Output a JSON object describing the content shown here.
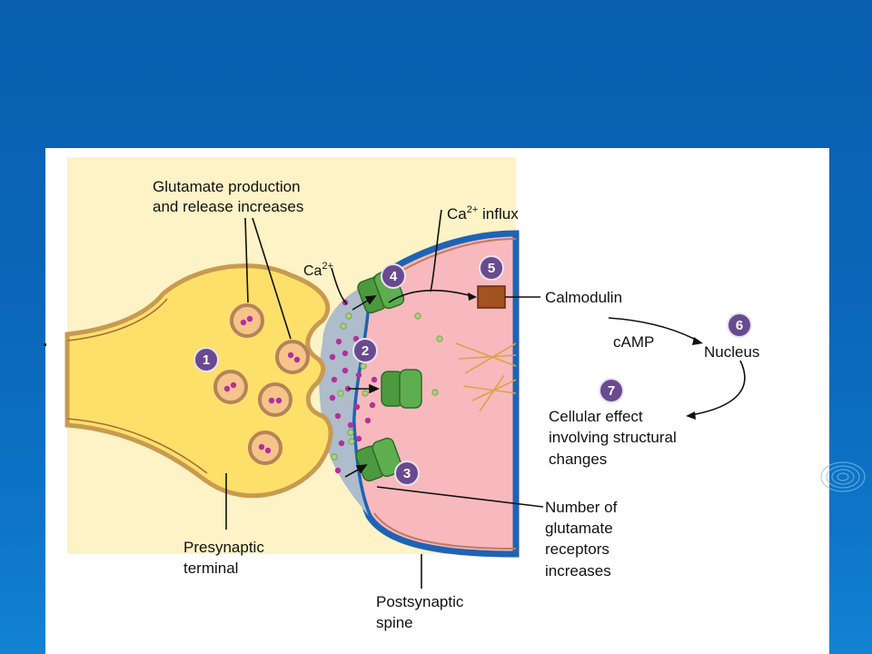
{
  "labels": {
    "glutamate_line1": "Glutamate production",
    "glutamate_line2": "and release increases",
    "ca_influx_main": "Ca",
    "ca_influx_sup": "2+",
    "ca_influx_tail": " influx",
    "ca_small_main": "Ca",
    "ca_small_sup": "2+",
    "calmodulin": "Calmodulin",
    "camp": "cAMP",
    "nucleus": "Nucleus",
    "cellular_1": "Cellular effect",
    "cellular_2": "involving structural",
    "cellular_3": "changes",
    "receptors_1": "Number of",
    "receptors_2": "glutamate",
    "receptors_3": "receptors",
    "receptors_4": "increases",
    "presyn_1": "Presynaptic",
    "presyn_2": "terminal",
    "postsyn_1": "Postsynaptic",
    "postsyn_2": "spine"
  },
  "steps": [
    "1",
    "2",
    "3",
    "4",
    "5",
    "6",
    "7"
  ],
  "colors": {
    "slide_background": "#0a66b8",
    "presynaptic_fill": "#fde06a",
    "postsynaptic_fill": "#f7b9bd",
    "membrane_blue": "#1f63b4",
    "cleft_gray": "#aebccc",
    "receptor_green": "#4c9a3f",
    "vesicle_magenta": "#b3309a",
    "step_badge": "#6a4a8f",
    "calmodulin_brown": "#a4521f"
  }
}
